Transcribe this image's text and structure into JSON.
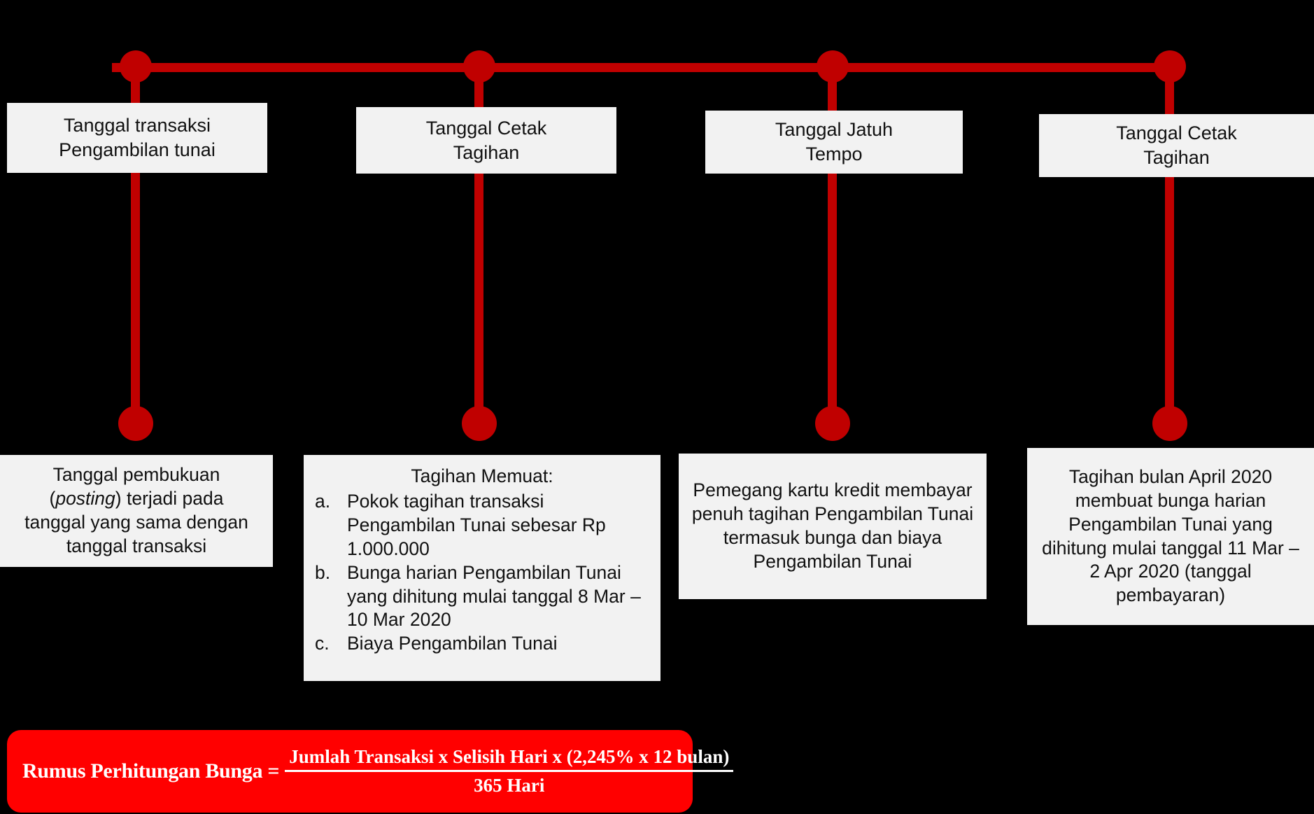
{
  "theme": {
    "background": "#000000",
    "timeline_red": "#C00000",
    "box_fill": "#F2F2F2",
    "box_text": "#111111",
    "formula_fill": "#FF0000",
    "formula_text": "#FFFFFF"
  },
  "timeline": {
    "milestones": [
      {
        "id": "node-1",
        "top_label_line1": "Tanggal transaksi",
        "top_label_line2": "Pengambilan tunai"
      },
      {
        "id": "node-2",
        "top_label_line1": "Tanggal Cetak",
        "top_label_line2": "Tagihan"
      },
      {
        "id": "node-3",
        "top_label_line1": "Tanggal Jatuh",
        "top_label_line2": "Tempo"
      },
      {
        "id": "node-4",
        "top_label_line1": "Tanggal Cetak",
        "top_label_line2": "Tagihan"
      }
    ]
  },
  "details": {
    "posting": {
      "line1": "Tanggal pembukuan",
      "italic_word": "posting",
      "line2_before": "(",
      "line2_after": ") terjadi pada",
      "line3": "tanggal yang sama dengan",
      "line4": "tanggal transaksi"
    },
    "tagihan": {
      "heading": "Tagihan Memuat:",
      "items": [
        {
          "marker": "a.",
          "text": "Pokok tagihan transaksi Pengambilan Tunai sebesar Rp 1.000.000"
        },
        {
          "marker": "b.",
          "text": "Bunga harian Pengambilan Tunai yang dihitung mulai tanggal 8 Mar – 10 Mar 2020"
        },
        {
          "marker": "c.",
          "text": "Biaya Pengambilan Tunai"
        }
      ]
    },
    "jatuh_tempo": {
      "text": "Pemegang kartu kredit membayar penuh tagihan Pengambilan Tunai termasuk bunga dan biaya Pengambilan Tunai"
    },
    "tagihan_april": {
      "text": "Tagihan bulan April 2020 membuat bunga harian Pengambilan Tunai yang dihitung mulai tanggal 11 Mar – 2 Apr 2020 (tanggal pembayaran)"
    }
  },
  "formula": {
    "label": "Rumus Perhitungan Bunga =",
    "numerator": "Jumlah Transaksi x Selisih Hari x (2,245% x 12 bulan)",
    "denominator": "365 Hari"
  }
}
